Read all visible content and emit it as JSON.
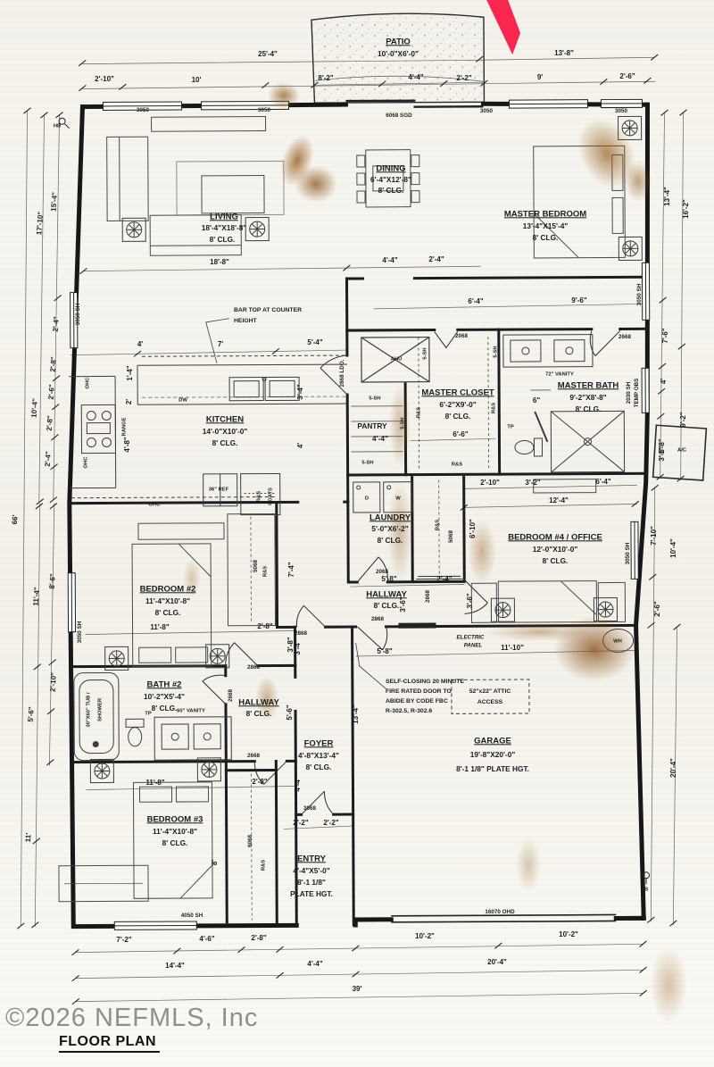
{
  "watermark": "©2026 NEFMLS, Inc",
  "sheet_title": "FLOOR PLAN",
  "rooms": {
    "patio": {
      "name": "PATIO",
      "size": "10'-0\"X6'-0\""
    },
    "living": {
      "name": "LIVING",
      "size": "18'-4\"X18'-8\"",
      "clg": "8' CLG."
    },
    "dining": {
      "name": "DINING",
      "size": "6'-4\"X12'-8\"",
      "clg": "8' CLG."
    },
    "master_bedroom": {
      "name": "MASTER BEDROOM",
      "size": "13'-4\"X15'-4\"",
      "clg": "8' CLG."
    },
    "kitchen": {
      "name": "KITCHEN",
      "size": "14'-0\"X10'-0\"",
      "clg": "8' CLG."
    },
    "master_closet": {
      "name": "MASTER CLOSET",
      "size": "6'-2\"X9'-0\"",
      "clg": "8' CLG."
    },
    "master_bath": {
      "name": "MASTER BATH",
      "size": "9'-2\"X8'-8\"",
      "clg": "8' CLG."
    },
    "pantry": {
      "name": "PANTRY",
      "size": "4'-4\""
    },
    "laundry": {
      "name": "LAUNDRY",
      "size": "5'-0\"X6'-2\"",
      "clg": "8' CLG."
    },
    "bedroom4": {
      "name": "BEDROOM #4 / OFFICE",
      "size": "12'-0\"X10'-0\"",
      "clg": "8' CLG."
    },
    "bedroom2": {
      "name": "BEDROOM #2",
      "size": "11'-4\"X10'-8\"",
      "clg": "8' CLG."
    },
    "bath2": {
      "name": "BATH #2",
      "size": "10'-2\"X5'-4\"",
      "clg": "8' CLG."
    },
    "hallway": {
      "name": "HALLWAY",
      "clg": "8' CLG."
    },
    "hallway2": {
      "name": "HALLWAY",
      "clg": "8' CLG."
    },
    "foyer": {
      "name": "FOYER",
      "size": "4'-8\"X13'-4\"",
      "clg": "8' CLG."
    },
    "garage": {
      "name": "GARAGE",
      "size": "19'-8\"X20'-0\"",
      "plate": "8'-1 1/8\" PLATE HGT."
    },
    "bedroom3": {
      "name": "BEDROOM #3",
      "size": "11'-4\"X10'-8\"",
      "clg": "8' CLG."
    },
    "entry": {
      "name": "ENTRY",
      "size": "4'-4\"X5'-0\"",
      "plate1": "8'-1 1/8\"",
      "plate2": "PLATE HGT."
    }
  },
  "notes": {
    "bar_top1": "BAR TOP AT COUNTER",
    "bar_top2": "HEIGHT",
    "fire1": "SELF-CLOSING 20 MINUTE",
    "fire2": "FIRE RATED DOOR TO",
    "fire3": "ABIDE BY CODE FBC",
    "fire4": "R-302.5, R-302.6",
    "attic1": "52\"x22\" ATTIC",
    "attic2": "ACCESS",
    "elec1": "ELECTRIC",
    "elec2": "PANEL"
  },
  "fixtures": {
    "dw": "DW",
    "range": "RANGE",
    "ohc": "OHC",
    "ref": "36\" REF",
    "coats": "COATS",
    "rs": "R&S",
    "sh5": "5-SH",
    "ahu": "AHU",
    "dryer": "D",
    "washer": "W",
    "tp": "TP",
    "vanity72": "72\" VANITY",
    "vanity60": "60\" VANITY",
    "tub1": "30\"X60\" TUB /",
    "tub2": "SHOWER",
    "ac": "A/C",
    "wh": "WH",
    "hb": "HB"
  },
  "openings": {
    "w3050": "3050",
    "sgd": "6068 SGD",
    "sh3050": "3050 SH",
    "sh4050": "4050 SH",
    "sh2030": "2030 SH",
    "tempobs": "TEMP OBS",
    "ohd": "16070 OHD",
    "d2068": "2068",
    "d2668": "2668",
    "d2868": "2868",
    "d3068": "3068",
    "c5068": "5068",
    "c6068": "6068",
    "ldo": "2868 LDO."
  },
  "dims": {
    "top_outer": [
      "25'-4\"",
      "13'-8\""
    ],
    "top_inner": [
      "2'-10\"",
      "10'",
      "8'-2\"",
      "4'-4\"",
      "2'-2\"",
      "9'",
      "2'-6\""
    ],
    "left": [
      "17'-10\"",
      "15'-4\"",
      "2'-4\"",
      "2'-8\"",
      "2'-6\"",
      "2'-8\"",
      "2'-4\"",
      "10'-4\"",
      "66'",
      "11'-4\"",
      "8'-6\"",
      "2'-10\"",
      "5'-6\"",
      "11'"
    ],
    "right": [
      "13'-4\"",
      "16'-2\"",
      "7'-6\"",
      "4'",
      "1'-8\"",
      "9'-2\"",
      "7'-10\"",
      "10'-4\"",
      "2'-6\"",
      "20'-4\""
    ],
    "bottom_r1": [
      "7'-2\"",
      "4'-6\"",
      "2'-8\"",
      "10'-2\"",
      "10'-2\""
    ],
    "bottom_r2": [
      "14'-4\"",
      "4'-4\"",
      "20'-4\""
    ],
    "bottom_r3": [
      "39'"
    ],
    "interior": [
      "18'-8\"",
      "4'-4\"",
      "2'-4\"",
      "4'",
      "7'",
      "5'-4\"",
      "1'-4\"",
      "2'",
      "4'-8\"",
      "3'-4\"",
      "4'",
      "6'-4\"",
      "9'-6\"",
      "6'-6\"",
      "6\"",
      "5'-8\"",
      "2'-4\"",
      "3'-6\"",
      "11'-10\"",
      "5'-8\"",
      "2'-10\"",
      "3'-2\"",
      "6'-4\"",
      "12'-4\"",
      "6'-10\"",
      "3'-6\"",
      "11'-8\"",
      "2'-8\"",
      "3'-4\"",
      "7'-4\"",
      "11'-8\"",
      "2'-8\"",
      "4'-4\"",
      "5'-6\"",
      "3'-8\"",
      "13'-4\"",
      "2'-2\"",
      "2'-2\"",
      "8'",
      "3'-6\""
    ]
  }
}
